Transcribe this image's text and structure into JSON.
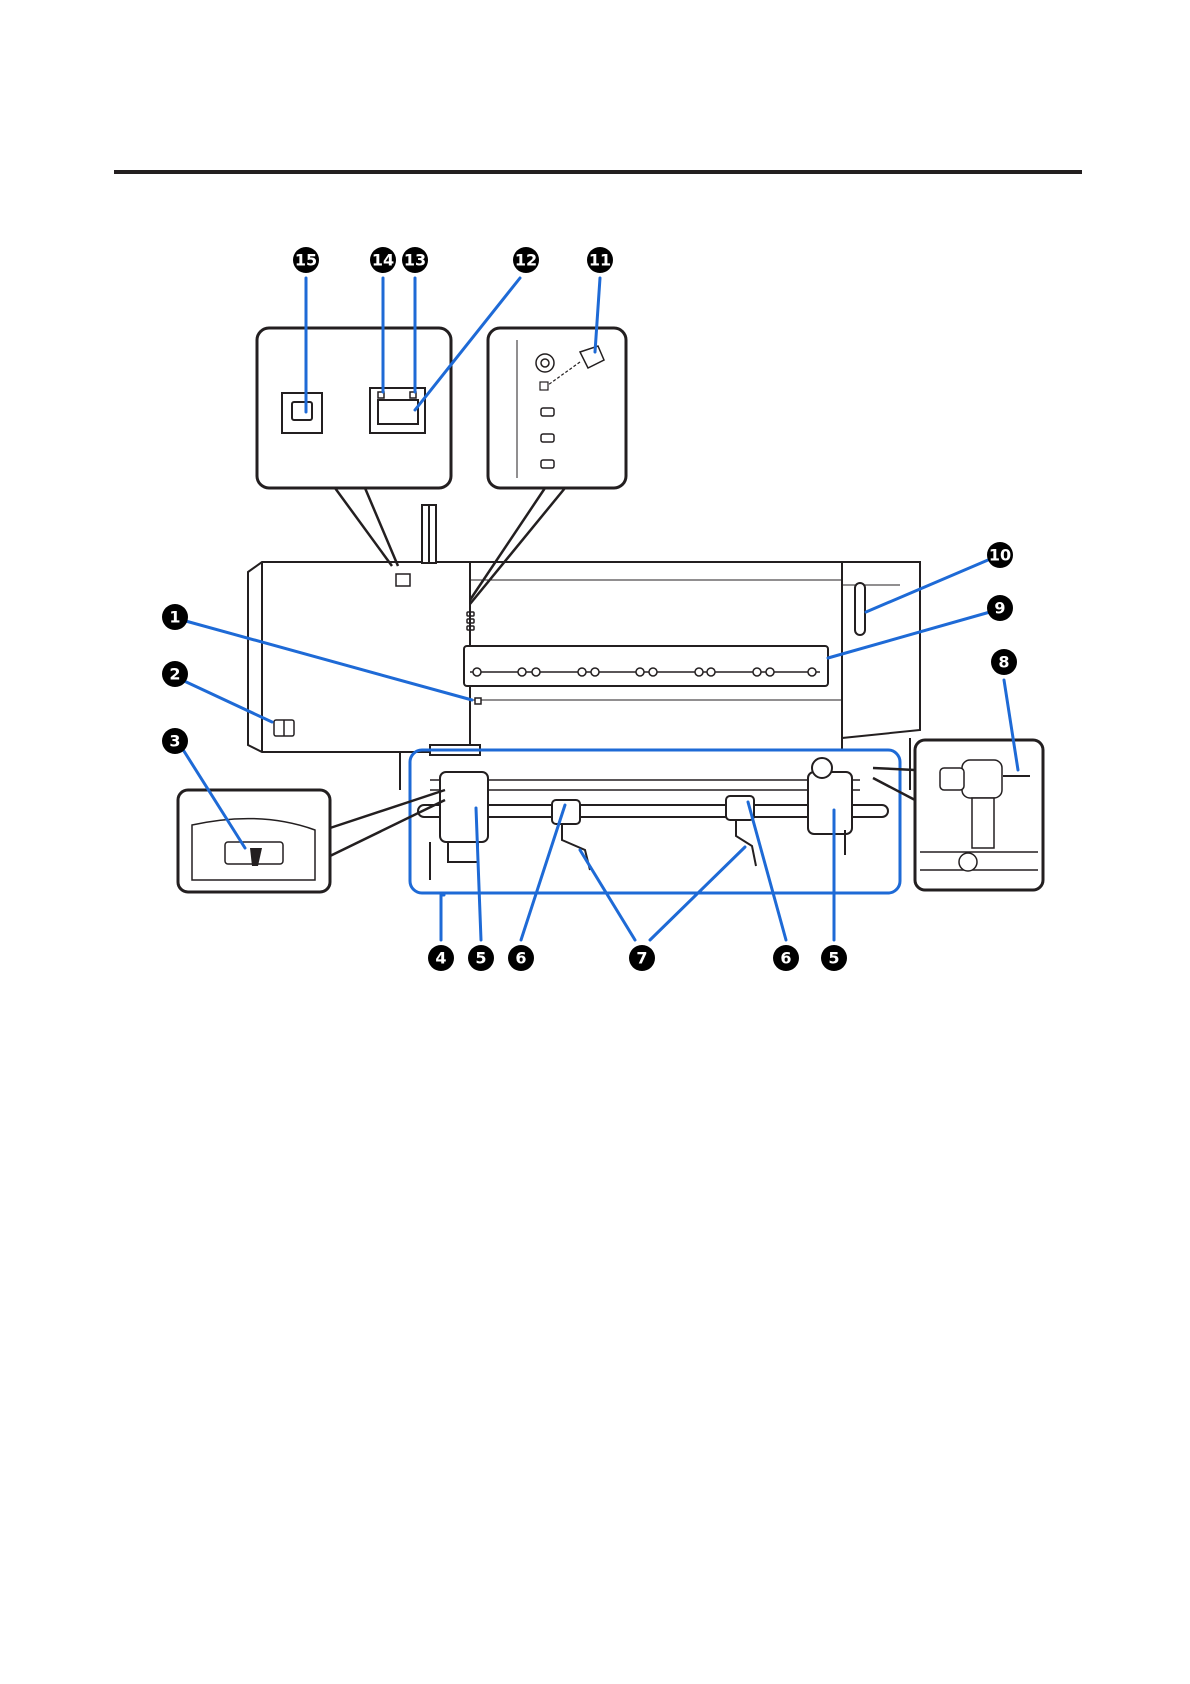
{
  "colors": {
    "callout_circle": "#000000",
    "callout_text": "#ffffff",
    "leader_line": "#1e6ad6",
    "outline": "#231f20",
    "shade": "#d9d9d9"
  },
  "icons": [
    "usb-port-icon",
    "lan-port-icon",
    "power-connector-icon"
  ],
  "callouts": [
    {
      "id": "c1",
      "label": "1"
    },
    {
      "id": "c2",
      "label": "2"
    },
    {
      "id": "c3",
      "label": "3"
    },
    {
      "id": "c4",
      "label": "4"
    },
    {
      "id": "c5a",
      "label": "5"
    },
    {
      "id": "c6a",
      "label": "6"
    },
    {
      "id": "c7",
      "label": "7"
    },
    {
      "id": "c6b",
      "label": "6"
    },
    {
      "id": "c5b",
      "label": "5"
    },
    {
      "id": "c8",
      "label": "8"
    },
    {
      "id": "c9",
      "label": "9"
    },
    {
      "id": "c10",
      "label": "10"
    },
    {
      "id": "c11",
      "label": "11"
    },
    {
      "id": "c12",
      "label": "12"
    },
    {
      "id": "c13",
      "label": "13"
    },
    {
      "id": "c14",
      "label": "14"
    },
    {
      "id": "c15",
      "label": "15"
    }
  ]
}
